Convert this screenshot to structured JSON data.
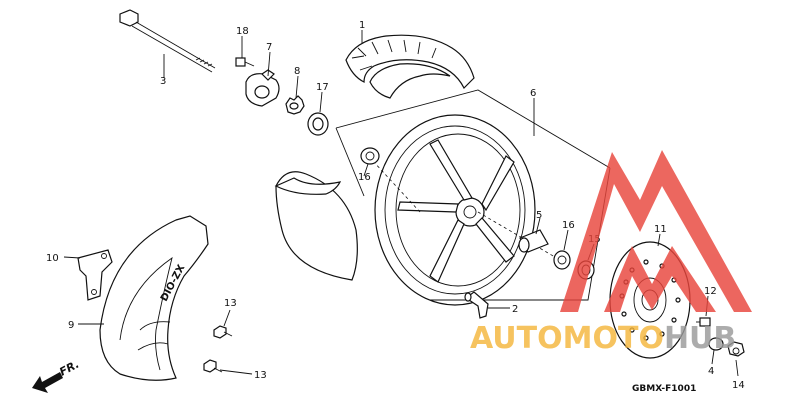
{
  "diagram": {
    "callouts": [
      {
        "id": "c1",
        "text": "1"
      },
      {
        "id": "c2",
        "text": "2"
      },
      {
        "id": "c3",
        "text": "3"
      },
      {
        "id": "c4",
        "text": "4"
      },
      {
        "id": "c5",
        "text": "5"
      },
      {
        "id": "c6",
        "text": "6"
      },
      {
        "id": "c7",
        "text": "7"
      },
      {
        "id": "c8",
        "text": "8"
      },
      {
        "id": "c9",
        "text": "9"
      },
      {
        "id": "c10",
        "text": "10"
      },
      {
        "id": "c11",
        "text": "11"
      },
      {
        "id": "c12",
        "text": "12"
      },
      {
        "id": "c13a",
        "text": "13"
      },
      {
        "id": "c13b",
        "text": "13"
      },
      {
        "id": "c14",
        "text": "14"
      },
      {
        "id": "c15",
        "text": "15"
      },
      {
        "id": "c16a",
        "text": "16"
      },
      {
        "id": "c16b",
        "text": "16"
      },
      {
        "id": "c17",
        "text": "17"
      },
      {
        "id": "c18",
        "text": "18"
      }
    ],
    "direction_label": "FR.",
    "fender_text": "DIO-ZX",
    "code": "GBMX-F1001"
  },
  "watermark": {
    "prefix": "AUTOMOTO",
    "suffix": "HUB",
    "color_prefix": "#f5b63c",
    "color_suffix": "#9a9a9a",
    "logo_color": "#e8453c"
  }
}
